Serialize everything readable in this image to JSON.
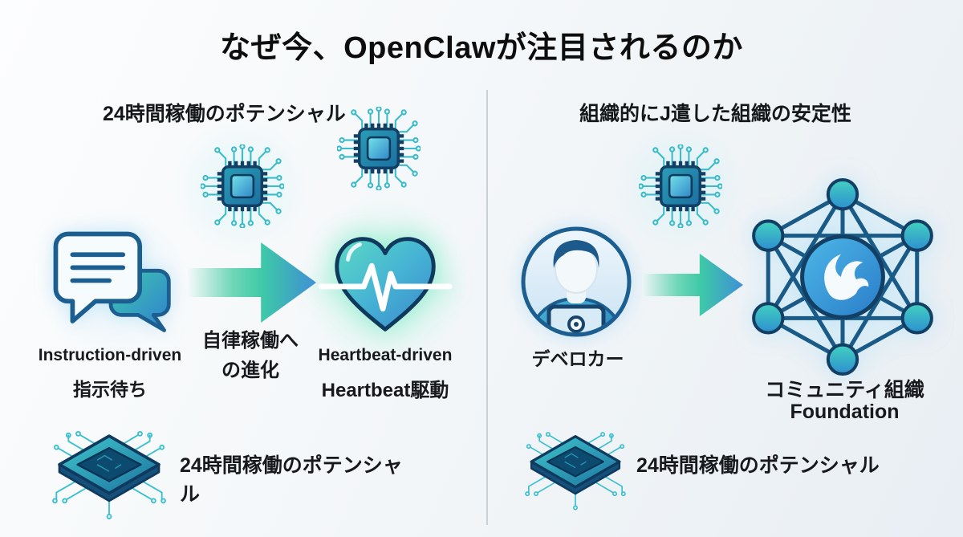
{
  "title": "なぜ今、OpenClawが注目されるのか",
  "left_panel": {
    "heading": "24時間稼働のポテンシャル",
    "from_label_en": "Instruction-driven",
    "from_label_ja": "指示待ち",
    "arrow_caption_line1": "自律稼働へ",
    "arrow_caption_line2": "の進化",
    "to_label_en": "Heartbeat-driven",
    "to_label_ja": "Heartbeat駆動",
    "footer_caption": "24時間稼働のポテンシャル"
  },
  "right_panel": {
    "heading": "組織的にJ遣した組織の安定性",
    "from_label": "デベロカー",
    "to_label_line1": "コミュニティ組織",
    "to_label_line2": "Foundation",
    "footer_caption": "24時間稼働のポテンシャル"
  },
  "icons": {
    "chat": "chat-bubbles-icon",
    "heart": "heartbeat-heart-icon",
    "person": "developer-avatar-icon",
    "network": "community-network-icon",
    "chip_flat": "circuit-chip-icon",
    "chip_iso": "isometric-chip-icon",
    "arrow": "flow-arrow-icon",
    "logo": "claw-logo-icon"
  },
  "colors": {
    "accent_teal": "#3ec9a7",
    "accent_blue": "#3f8fd6",
    "outline_navy": "#123f63",
    "text": "#121212",
    "divider": "#c9d0d6",
    "background_start": "#fcfdfe",
    "background_end": "#e8eef3"
  }
}
